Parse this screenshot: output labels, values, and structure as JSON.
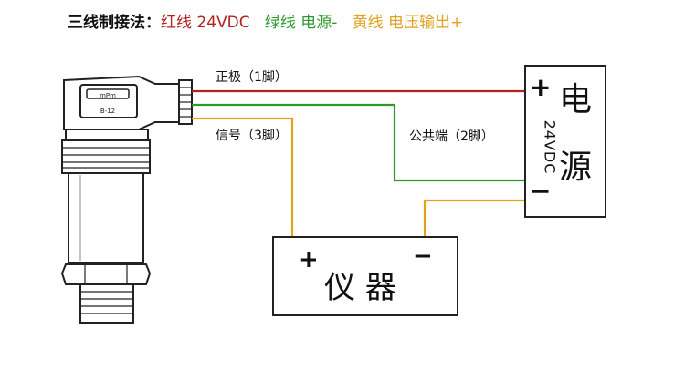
{
  "title": {
    "prefix": "三线制接法：",
    "red_text": "红线 24VDC",
    "green_text": "绿线 电源-",
    "orange_text": "黄线 电压输出+"
  },
  "wires": {
    "red": {
      "label": "正极（1脚）",
      "color": "#b22222"
    },
    "green": {
      "label": "公共端（2脚）",
      "color": "#2e9a2e"
    },
    "orange": {
      "label": "信号（3脚）",
      "color": "#e0a21f"
    }
  },
  "power_box": {
    "plus": "+",
    "minus": "−",
    "char1": "电",
    "char2": "源",
    "voltage": "24VDC"
  },
  "meter_box": {
    "plus": "+",
    "minus": "−",
    "label": "仪 器"
  },
  "sensor": {
    "connector_text": "mPm",
    "tag_text": "B-12"
  }
}
